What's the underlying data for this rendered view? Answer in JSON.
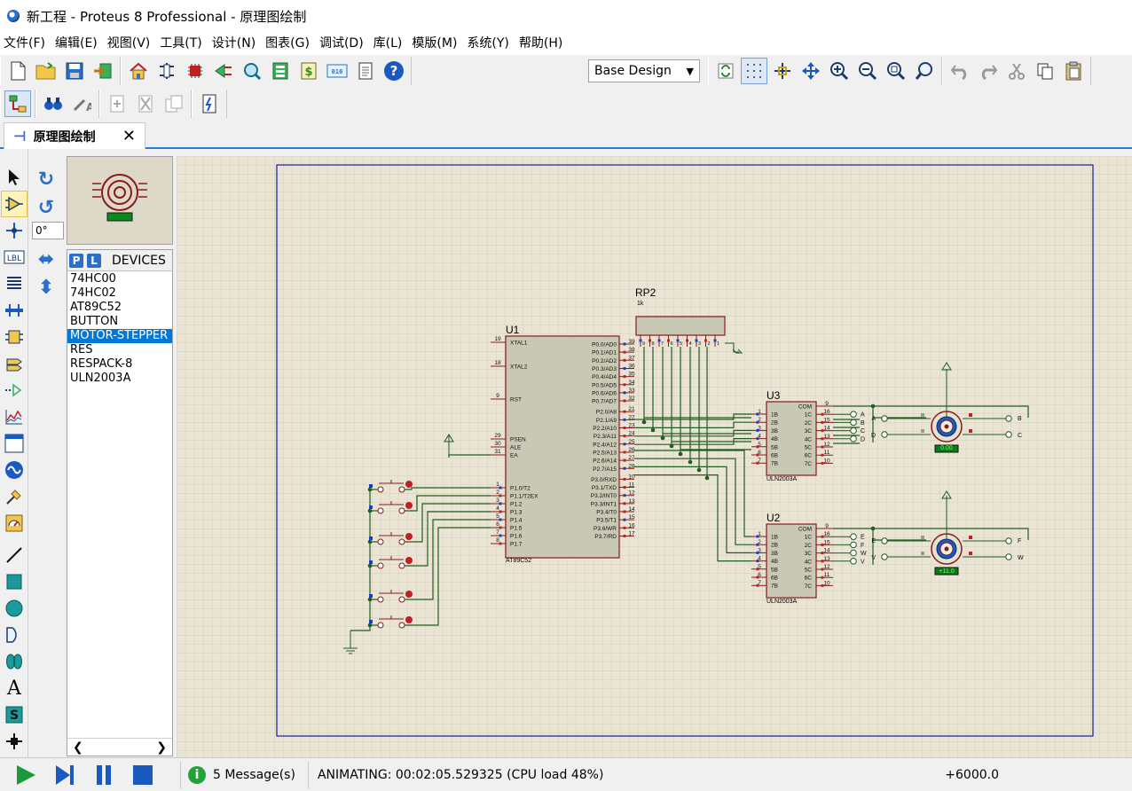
{
  "window": {
    "title": "新工程 - Proteus 8 Professional - 原理图绘制"
  },
  "menu": [
    "文件(F)",
    "编辑(E)",
    "视图(V)",
    "工具(T)",
    "设计(N)",
    "图表(G)",
    "调试(D)",
    "库(L)",
    "模版(M)",
    "系统(Y)",
    "帮助(H)"
  ],
  "toolbar": {
    "design_combo": "Base Design"
  },
  "tab": {
    "label": "原理图绘制"
  },
  "rotation": {
    "angle": "0°"
  },
  "devices": {
    "header": "DEVICES",
    "p_label": "P",
    "l_label": "L",
    "items": [
      "74HC00",
      "74HC02",
      "AT89C52",
      "BUTTON",
      "MOTOR-STEPPER",
      "RES",
      "RESPACK-8",
      "ULN2003A"
    ],
    "selected": "MOTOR-STEPPER"
  },
  "schematic": {
    "u1_ref": "U1",
    "u1_part": "AT89C52",
    "rp2_ref": "RP2",
    "rp2_value": "1k",
    "u3_ref": "U3",
    "u2_ref": "U2",
    "uln_part": "ULN2003A",
    "motor1_readout": "0.00",
    "motor2_readout": "+11.0",
    "u1_left_pins": [
      {
        "num": "19",
        "name": "XTAL1"
      },
      {
        "num": "18",
        "name": "XTAL2"
      },
      {
        "num": "9",
        "name": "RST"
      },
      {
        "num": "29",
        "name": "PSEN"
      },
      {
        "num": "30",
        "name": "ALE"
      },
      {
        "num": "31",
        "name": "EA"
      },
      {
        "num": "1",
        "name": "P1.0/T2"
      },
      {
        "num": "2",
        "name": "P1.1/T2EX"
      },
      {
        "num": "3",
        "name": "P1.2"
      },
      {
        "num": "4",
        "name": "P1.3"
      },
      {
        "num": "5",
        "name": "P1.4"
      },
      {
        "num": "6",
        "name": "P1.5"
      },
      {
        "num": "7",
        "name": "P1.6"
      },
      {
        "num": "8",
        "name": "P1.7"
      }
    ],
    "u1_right_pins": [
      {
        "num": "39",
        "name": "P0.0/AD0"
      },
      {
        "num": "38",
        "name": "P0.1/AD1"
      },
      {
        "num": "37",
        "name": "P0.2/AD2"
      },
      {
        "num": "36",
        "name": "P0.3/AD3"
      },
      {
        "num": "35",
        "name": "P0.4/AD4"
      },
      {
        "num": "34",
        "name": "P0.5/AD5"
      },
      {
        "num": "33",
        "name": "P0.6/AD6"
      },
      {
        "num": "32",
        "name": "P0.7/AD7"
      },
      {
        "num": "21",
        "name": "P2.0/A8"
      },
      {
        "num": "22",
        "name": "P2.1/A9"
      },
      {
        "num": "23",
        "name": "P2.2/A10"
      },
      {
        "num": "24",
        "name": "P2.3/A11"
      },
      {
        "num": "25",
        "name": "P2.4/A12"
      },
      {
        "num": "26",
        "name": "P2.5/A13"
      },
      {
        "num": "27",
        "name": "P2.6/A14"
      },
      {
        "num": "28",
        "name": "P2.7/A15"
      },
      {
        "num": "10",
        "name": "P3.0/RXD"
      },
      {
        "num": "11",
        "name": "P3.1/TXD"
      },
      {
        "num": "12",
        "name": "P3.2/INT0"
      },
      {
        "num": "13",
        "name": "P3.3/INT1"
      },
      {
        "num": "14",
        "name": "P3.4/T0"
      },
      {
        "num": "15",
        "name": "P3.5/T1"
      },
      {
        "num": "16",
        "name": "P3.6/WR"
      },
      {
        "num": "17",
        "name": "P3.7/RD"
      }
    ],
    "uln_left_pins": [
      {
        "num": "1",
        "name": "1B"
      },
      {
        "num": "2",
        "name": "2B"
      },
      {
        "num": "3",
        "name": "3B"
      },
      {
        "num": "4",
        "name": "4B"
      },
      {
        "num": "5",
        "name": "5B"
      },
      {
        "num": "6",
        "name": "6B"
      },
      {
        "num": "7",
        "name": "7B"
      }
    ],
    "uln_right_pins": [
      {
        "num": "9",
        "name": "COM"
      },
      {
        "num": "16",
        "name": "1C"
      },
      {
        "num": "15",
        "name": "2C"
      },
      {
        "num": "14",
        "name": "3C"
      },
      {
        "num": "13",
        "name": "4C"
      },
      {
        "num": "12",
        "name": "5C"
      },
      {
        "num": "11",
        "name": "6C"
      },
      {
        "num": "10",
        "name": "7C"
      }
    ],
    "rp2_pins": [
      "9",
      "8",
      "7",
      "6",
      "5",
      "4",
      "3",
      "2",
      "1"
    ],
    "u3_net_labels": [
      "A",
      "B",
      "C",
      "D"
    ],
    "motor1_labels": [
      "A",
      "D",
      "B",
      "C"
    ],
    "u2_net_labels": [
      "E",
      "F",
      "W",
      "V"
    ],
    "motor2_labels": [
      "E",
      "V",
      "F",
      "W"
    ]
  },
  "status": {
    "messages": "5 Message(s)",
    "animating": "ANIMATING: 00:02:05.529325 (CPU load 48%)",
    "coordinate": "+6000.0"
  },
  "colors": {
    "canvas_bg": "#e9e4d4",
    "grid": "#c9c3b2",
    "sheet_border": "#1a1aa0",
    "wire": "#1f5e1f",
    "chip_fill": "#c8c8b4",
    "chip_border": "#8a1a1a",
    "selection": "#0078d7"
  }
}
